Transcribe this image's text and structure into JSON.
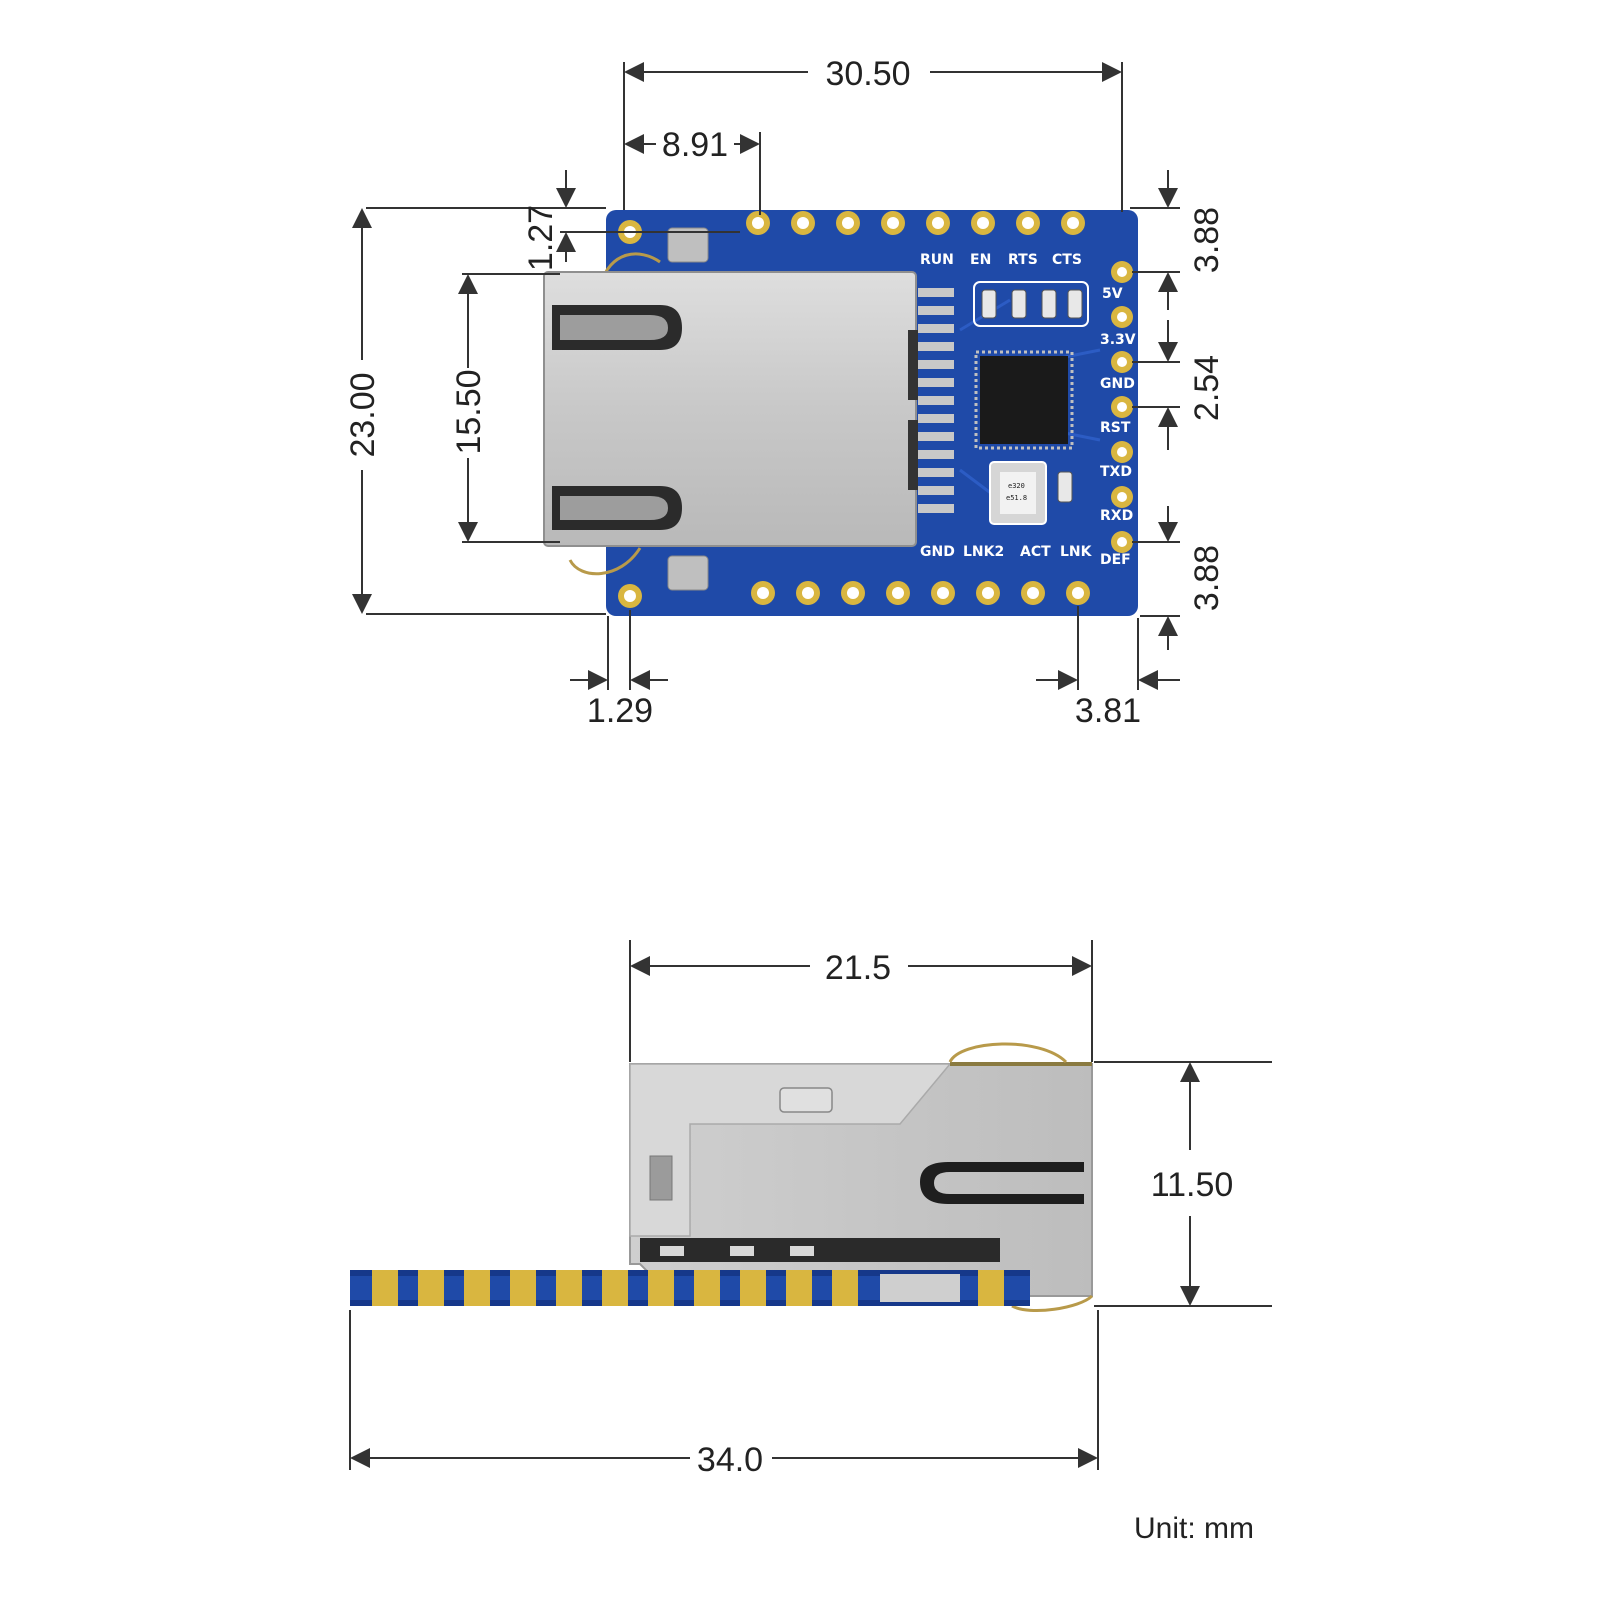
{
  "top_view": {
    "dimensions": {
      "overall_width": "30.50",
      "pin_offset": "8.91",
      "top_hole_offset": "1.27",
      "right_top_margin": "3.88",
      "overall_height": "23.00",
      "rj45_height": "15.50",
      "pin_pitch": "2.54",
      "right_bottom_margin": "3.88",
      "left_edge_offset": "1.29",
      "right_edge_offset": "3.81"
    },
    "silkscreen": {
      "top_labels": [
        "RUN",
        "EN",
        "RTS",
        "CTS"
      ],
      "side_pins": [
        "5V",
        "3.3V",
        "GND",
        "RST",
        "TXD",
        "RXD",
        "DEF"
      ],
      "bottom_labels": [
        "GND",
        "LNK2",
        "ACT",
        "LNK"
      ]
    },
    "crystal_marking": [
      "e320",
      "e51.8"
    ]
  },
  "side_view": {
    "dimensions": {
      "connector_length": "21.5",
      "connector_height": "11.50",
      "overall_length": "34.0"
    }
  },
  "unit_label": "Unit: mm",
  "colors": {
    "pcb": "#1f4aa8",
    "pad_gold": "#d9b640",
    "metal_shield": "#c9c9c9",
    "dimension_line": "#333333"
  }
}
